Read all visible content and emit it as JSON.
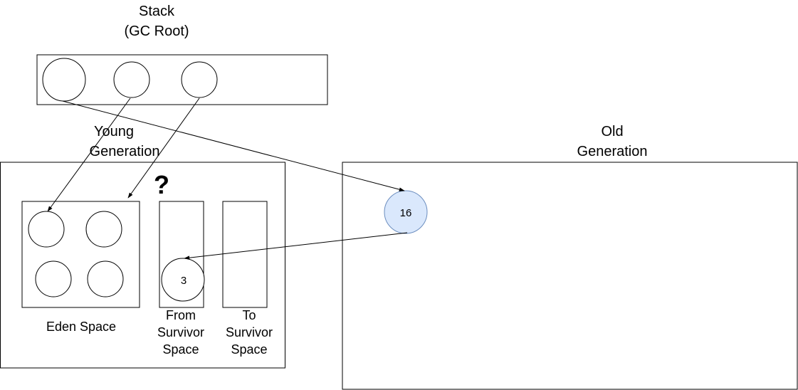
{
  "diagram": {
    "stack": {
      "title_line1": "Stack",
      "title_line2": "(GC Root)"
    },
    "young_generation": {
      "title_line1": "Young",
      "title_line2": "Generation",
      "eden_label": "Eden Space",
      "from_survivor_line1": "From",
      "from_survivor_line2": "Survivor",
      "from_survivor_line3": "Space",
      "to_survivor_line1": "To",
      "to_survivor_line2": "Survivor",
      "to_survivor_line3": "Space",
      "survivor_object_value": "3",
      "question_mark": "?"
    },
    "old_generation": {
      "title_line1": "Old",
      "title_line2": "Generation",
      "object_value": "16"
    },
    "colors": {
      "stroke": "#000000",
      "highlight_fill": "#dae8fc",
      "highlight_stroke": "#6c8ebf"
    }
  }
}
